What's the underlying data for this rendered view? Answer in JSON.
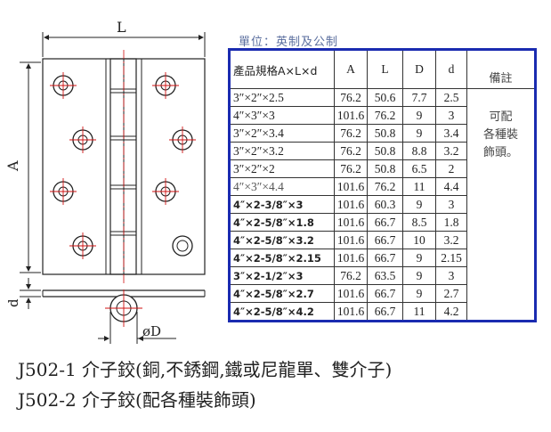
{
  "drawing": {
    "label_L": "L",
    "label_A": "A",
    "label_d": "d",
    "label_D": "øD"
  },
  "unit_caption": "單位：英制及公制",
  "table": {
    "headers": [
      "產品規格A×L×d",
      "A",
      "L",
      "D",
      "d",
      "備註"
    ],
    "note": [
      "可配",
      "各種裝",
      "飾頭。"
    ],
    "rows": [
      {
        "model": "3″×2″×2.5",
        "A": "76.2",
        "L": "50.6",
        "D": "7.7",
        "d": "2.5",
        "style": "normal"
      },
      {
        "model": "4″×3″×3",
        "A": "101.6",
        "L": "76.2",
        "D": "9",
        "d": "3",
        "style": "normal"
      },
      {
        "model": "3″×2″×3.4",
        "A": "76.2",
        "L": "50.8",
        "D": "9",
        "d": "3.4",
        "style": "normal"
      },
      {
        "model": "3″×2″×3.2",
        "A": "76.2",
        "L": "50.8",
        "D": "8.8",
        "d": "3.2",
        "style": "normal"
      },
      {
        "model": "3″×2″×2",
        "A": "76.2",
        "L": "50.8",
        "D": "6.5",
        "d": "2",
        "style": "normal"
      },
      {
        "model": "4″×3″×4.4",
        "A": "101.6",
        "L": "76.2",
        "D": "11",
        "d": "4.4",
        "style": "light"
      },
      {
        "model": "4″×2-3/8″×3",
        "A": "101.6",
        "L": "60.3",
        "D": "9",
        "d": "3",
        "style": "bold"
      },
      {
        "model": "4″×2-5/8″×1.8",
        "A": "101.6",
        "L": "66.7",
        "D": "8.5",
        "d": "1.8",
        "style": "bold"
      },
      {
        "model": "4″×2-5/8″×3.2",
        "A": "101.6",
        "L": "66.7",
        "D": "10",
        "d": "3.2",
        "style": "bold"
      },
      {
        "model": "4″×2-5/8″×2.15",
        "A": "101.6",
        "L": "66.7",
        "D": "9",
        "d": "2.15",
        "style": "bold"
      },
      {
        "model": "3″×2-1/2″×3",
        "A": "76.2",
        "L": "63.5",
        "D": "9",
        "d": "3",
        "style": "bold"
      },
      {
        "model": "4″×2-5/8″×2.7",
        "A": "101.6",
        "L": "66.7",
        "D": "9",
        "d": "2.7",
        "style": "bold"
      },
      {
        "model": "4″×2-5/8″×4.2",
        "A": "101.6",
        "L": "66.7",
        "D": "11",
        "d": "4.2",
        "style": "bold"
      }
    ]
  },
  "titles": [
    "J502-1 介子鉸(銅,不銹鋼,鐵或尼龍單、雙介子)",
    "J502-2 介子鉸(配各種裝飾頭)"
  ],
  "colors": {
    "table_border": "#1a2bb0",
    "centerline": "#d01010",
    "caption": "#5a6e9e"
  }
}
